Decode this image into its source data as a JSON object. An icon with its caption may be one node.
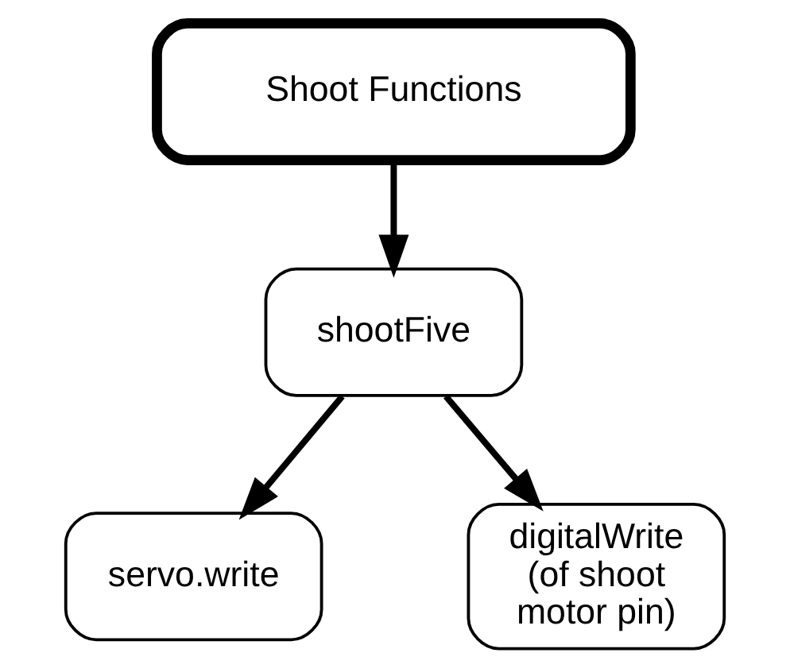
{
  "diagram": {
    "nodes": [
      {
        "text": [
          "Shoot Functions"
        ]
      },
      {
        "text": [
          "shootFive"
        ]
      },
      {
        "text": [
          "servo.write"
        ]
      },
      {
        "text": [
          "digitalWrite (of shoot motor pin)"
        ]
      }
    ],
    "edges": [
      {
        "from": 0,
        "to": 1,
        "arrow": "to"
      },
      {
        "from": 1,
        "to": 2,
        "arrow": "to"
      },
      {
        "from": 1,
        "to": 3,
        "arrow": "to"
      }
    ]
  }
}
